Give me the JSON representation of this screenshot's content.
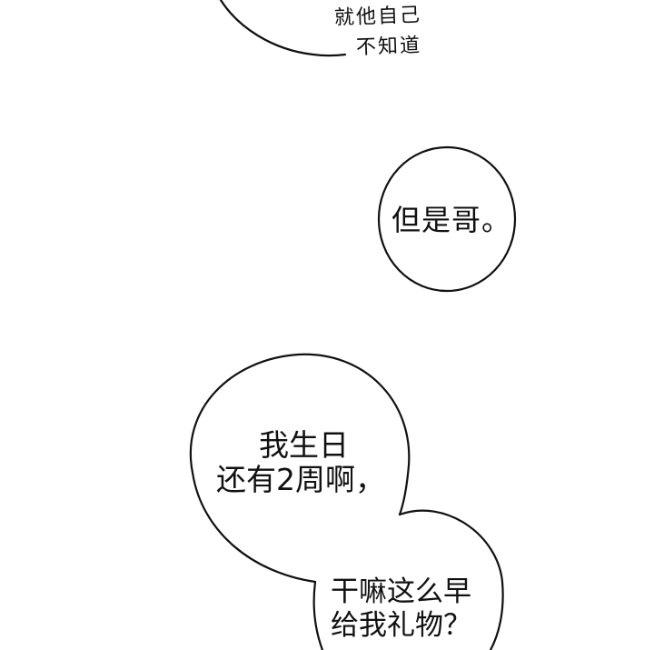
{
  "bubbles": {
    "whisper": {
      "line1": "就他自己",
      "line2": "不知道"
    },
    "but_brother": {
      "text": "但是哥。"
    },
    "birthday": {
      "line1": "我生日",
      "line2": "还有2周啊，"
    },
    "why_early": {
      "line1": "干嘛这么早",
      "line2": "给我礼物？"
    }
  },
  "colors": {
    "ink": "#111111",
    "paper": "#ffffff"
  }
}
